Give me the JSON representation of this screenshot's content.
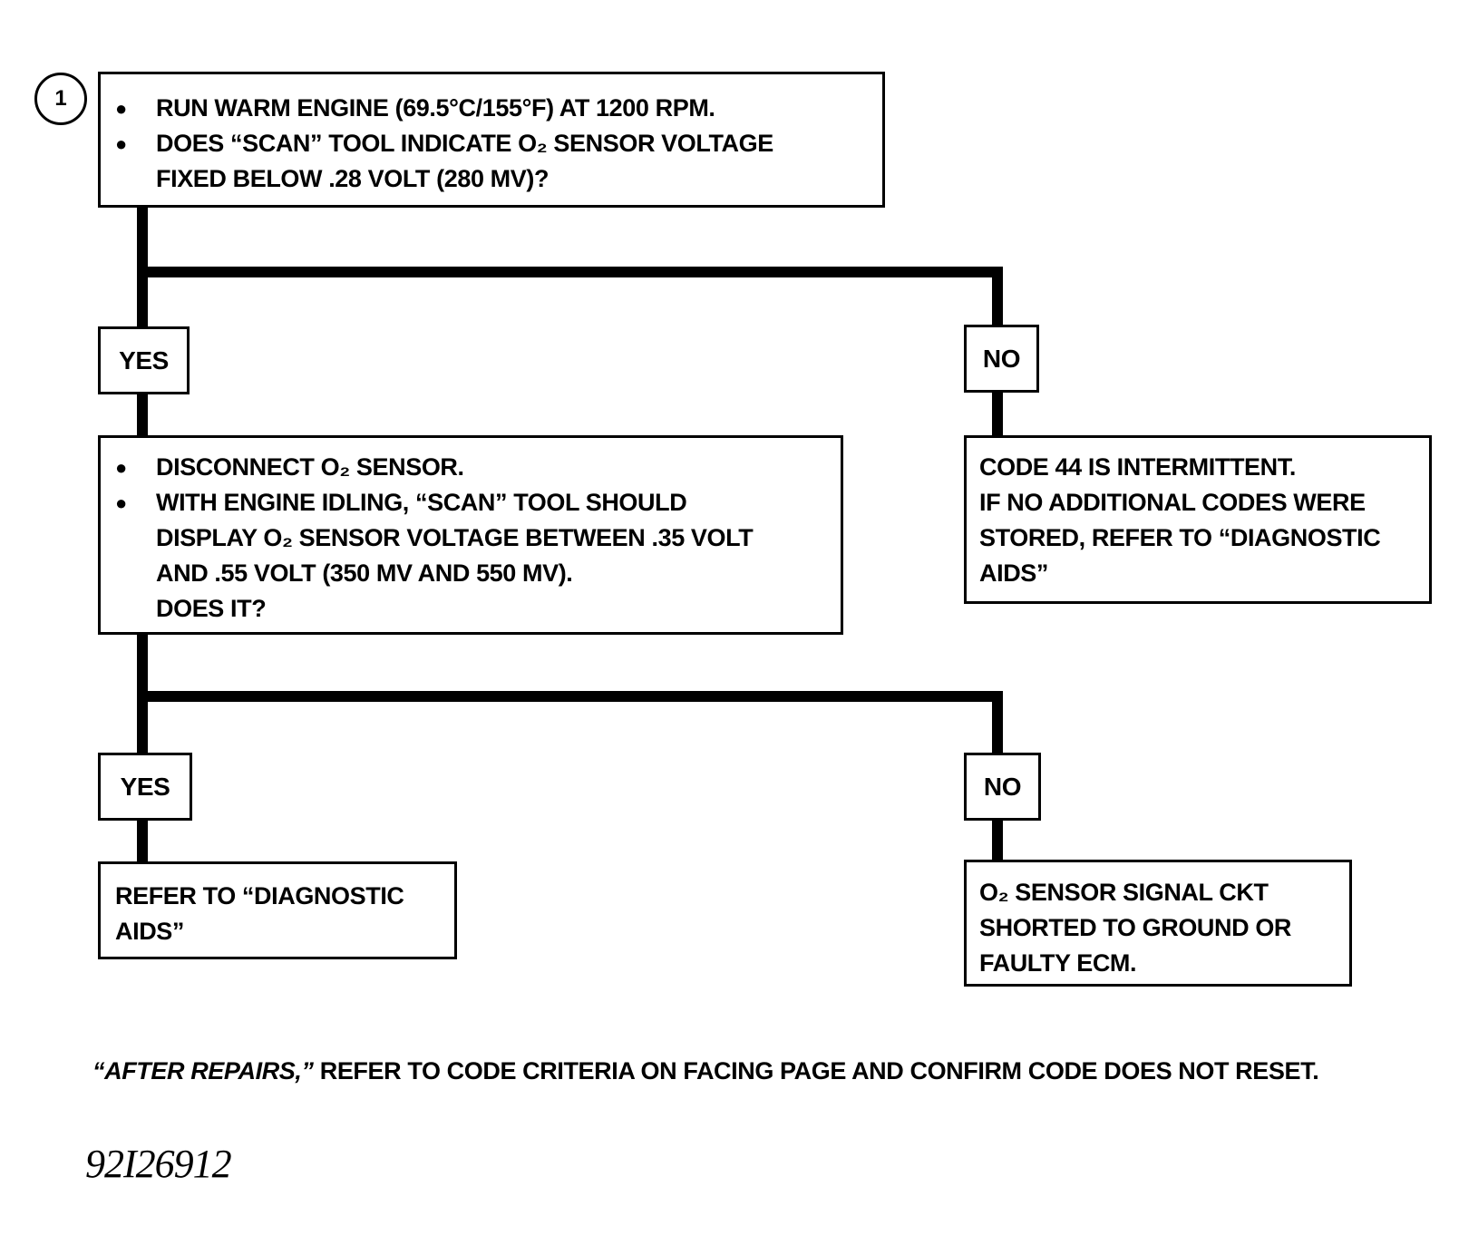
{
  "step": {
    "number": "1"
  },
  "steps": {
    "check_warm_engine": {
      "bullets": [
        [
          "RUN WARM ENGINE  (69.5°C/155°F)  AT 1200 RPM."
        ],
        [
          "DOES “SCAN” TOOL INDICATE O₂ SENSOR VOLTAGE",
          "FIXED BELOW .28 VOLT (280 mV)?"
        ]
      ]
    },
    "disconnect_sensor": {
      "bullets": [
        [
          "DISCONNECT O₂ SENSOR."
        ],
        [
          "WITH ENGINE IDLING, “SCAN” TOOL SHOULD",
          "DISPLAY O₂ SENSOR VOLTAGE BETWEEN .35 VOLT",
          "AND .55 VOLT (350 mV AND 550 mV).",
          "DOES IT?"
        ]
      ]
    }
  },
  "branches": {
    "first_yes": "YES",
    "first_no": "NO",
    "second_yes": "YES",
    "second_no": "NO"
  },
  "outcomes": {
    "intermittent": [
      "CODE 44 IS INTERMITTENT.",
      "IF NO ADDITIONAL CODES WERE",
      "STORED, REFER TO  “DIAGNOSTIC",
      "AIDS”"
    ],
    "diagnostic_aids": [
      "REFER TO  “DIAGNOSTIC",
      "AIDS”"
    ],
    "shorted_ckt": [
      "O₂ SENSOR SIGNAL CKT",
      "SHORTED TO GROUND OR",
      "FAULTY ECM."
    ]
  },
  "footnote": {
    "emphasis": "“AFTER REPAIRS,”",
    "text": " REFER TO CODE CRITERIA ON FACING PAGE AND CONFIRM CODE DOES NOT RESET."
  },
  "figure_id": "92I26912"
}
